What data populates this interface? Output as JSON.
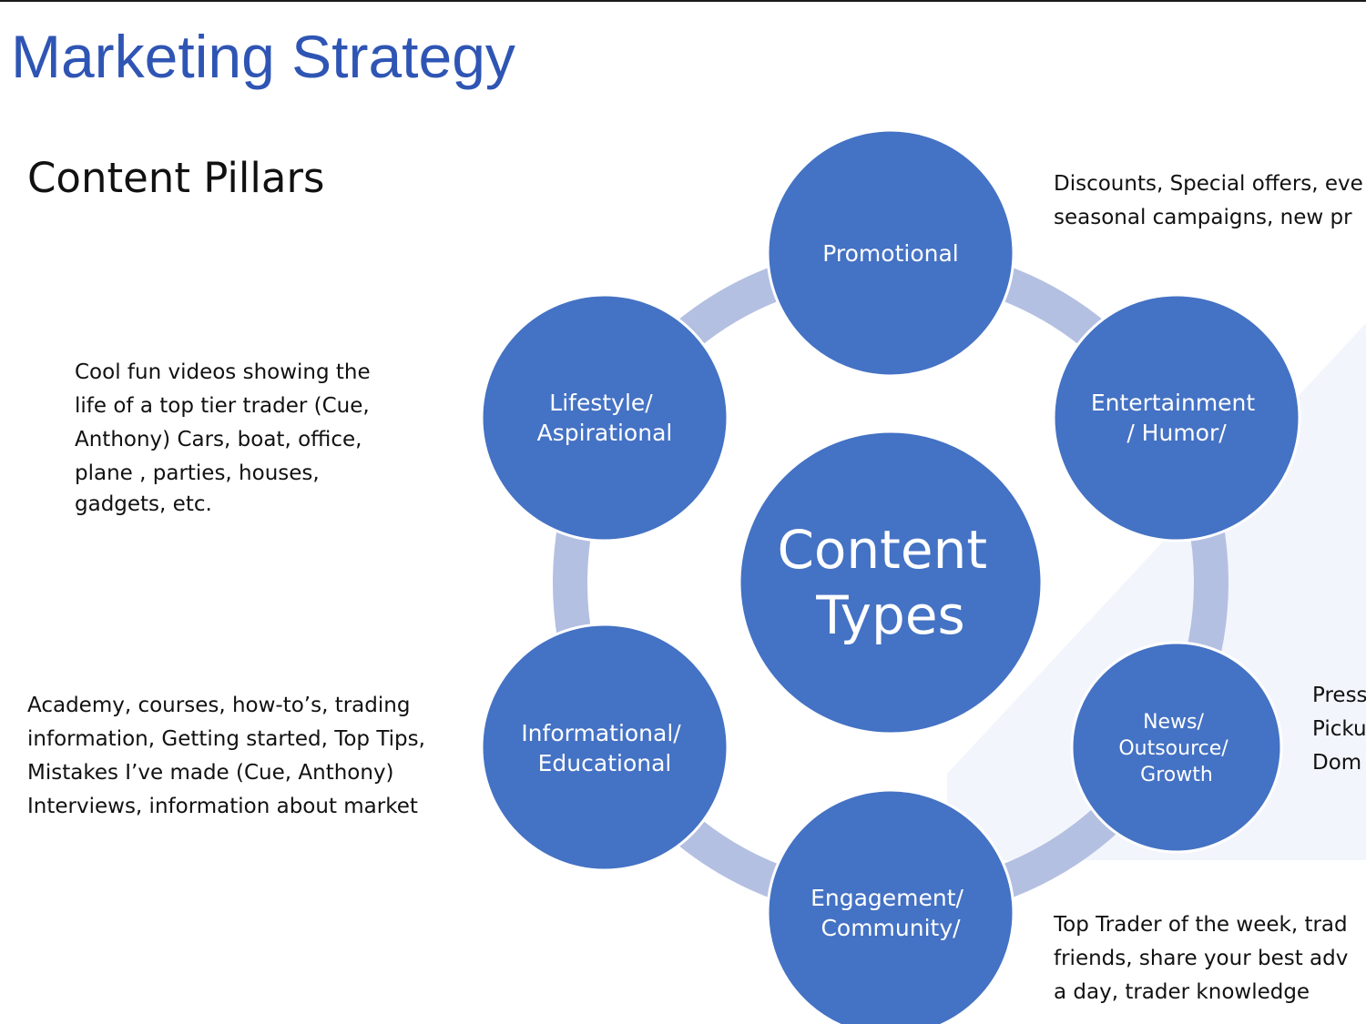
{
  "slide": {
    "title": "Marketing Strategy",
    "section_heading": "Content Pillars"
  },
  "diagram": {
    "center": {
      "lines": [
        "Content",
        "Types"
      ]
    },
    "nodes": [
      {
        "id": "promotional",
        "lines": [
          "Promotional"
        ]
      },
      {
        "id": "entertainment",
        "lines": [
          "Entertainment",
          "/ Humor/"
        ]
      },
      {
        "id": "news",
        "lines": [
          "News/",
          "Outsource/",
          "Growth"
        ]
      },
      {
        "id": "engagement",
        "lines": [
          "Engagement/",
          "Community/"
        ]
      },
      {
        "id": "informational",
        "lines": [
          "Informational/",
          "Educational"
        ]
      },
      {
        "id": "lifestyle",
        "lines": [
          "Lifestyle/",
          "Aspirational"
        ]
      }
    ],
    "colors": {
      "node_fill": "#4472c4",
      "node_stroke": "#ffffff",
      "ring": "#b4c0e2",
      "backdrop": "#f2f5fb"
    }
  },
  "notes": {
    "lifestyle": [
      "Cool fun videos showing the",
      "life of a top tier trader (Cue,",
      "Anthony) Cars, boat, office,",
      "plane , parties, houses,",
      "gadgets, etc."
    ],
    "informational": [
      "Academy, courses, how-to’s,  trading",
      "information, Getting started, Top Tips,",
      "Mistakes I’ve made (Cue, Anthony)",
      "Interviews, information about market"
    ],
    "promotional": [
      "Discounts, Special offers, eve",
      "seasonal campaigns, new pr"
    ],
    "news": [
      "Press",
      "Picku",
      "Dom"
    ],
    "engagement": [
      "Top Trader of the week, trad",
      "friends, share your best adv",
      "a day, trader knowledge"
    ]
  }
}
